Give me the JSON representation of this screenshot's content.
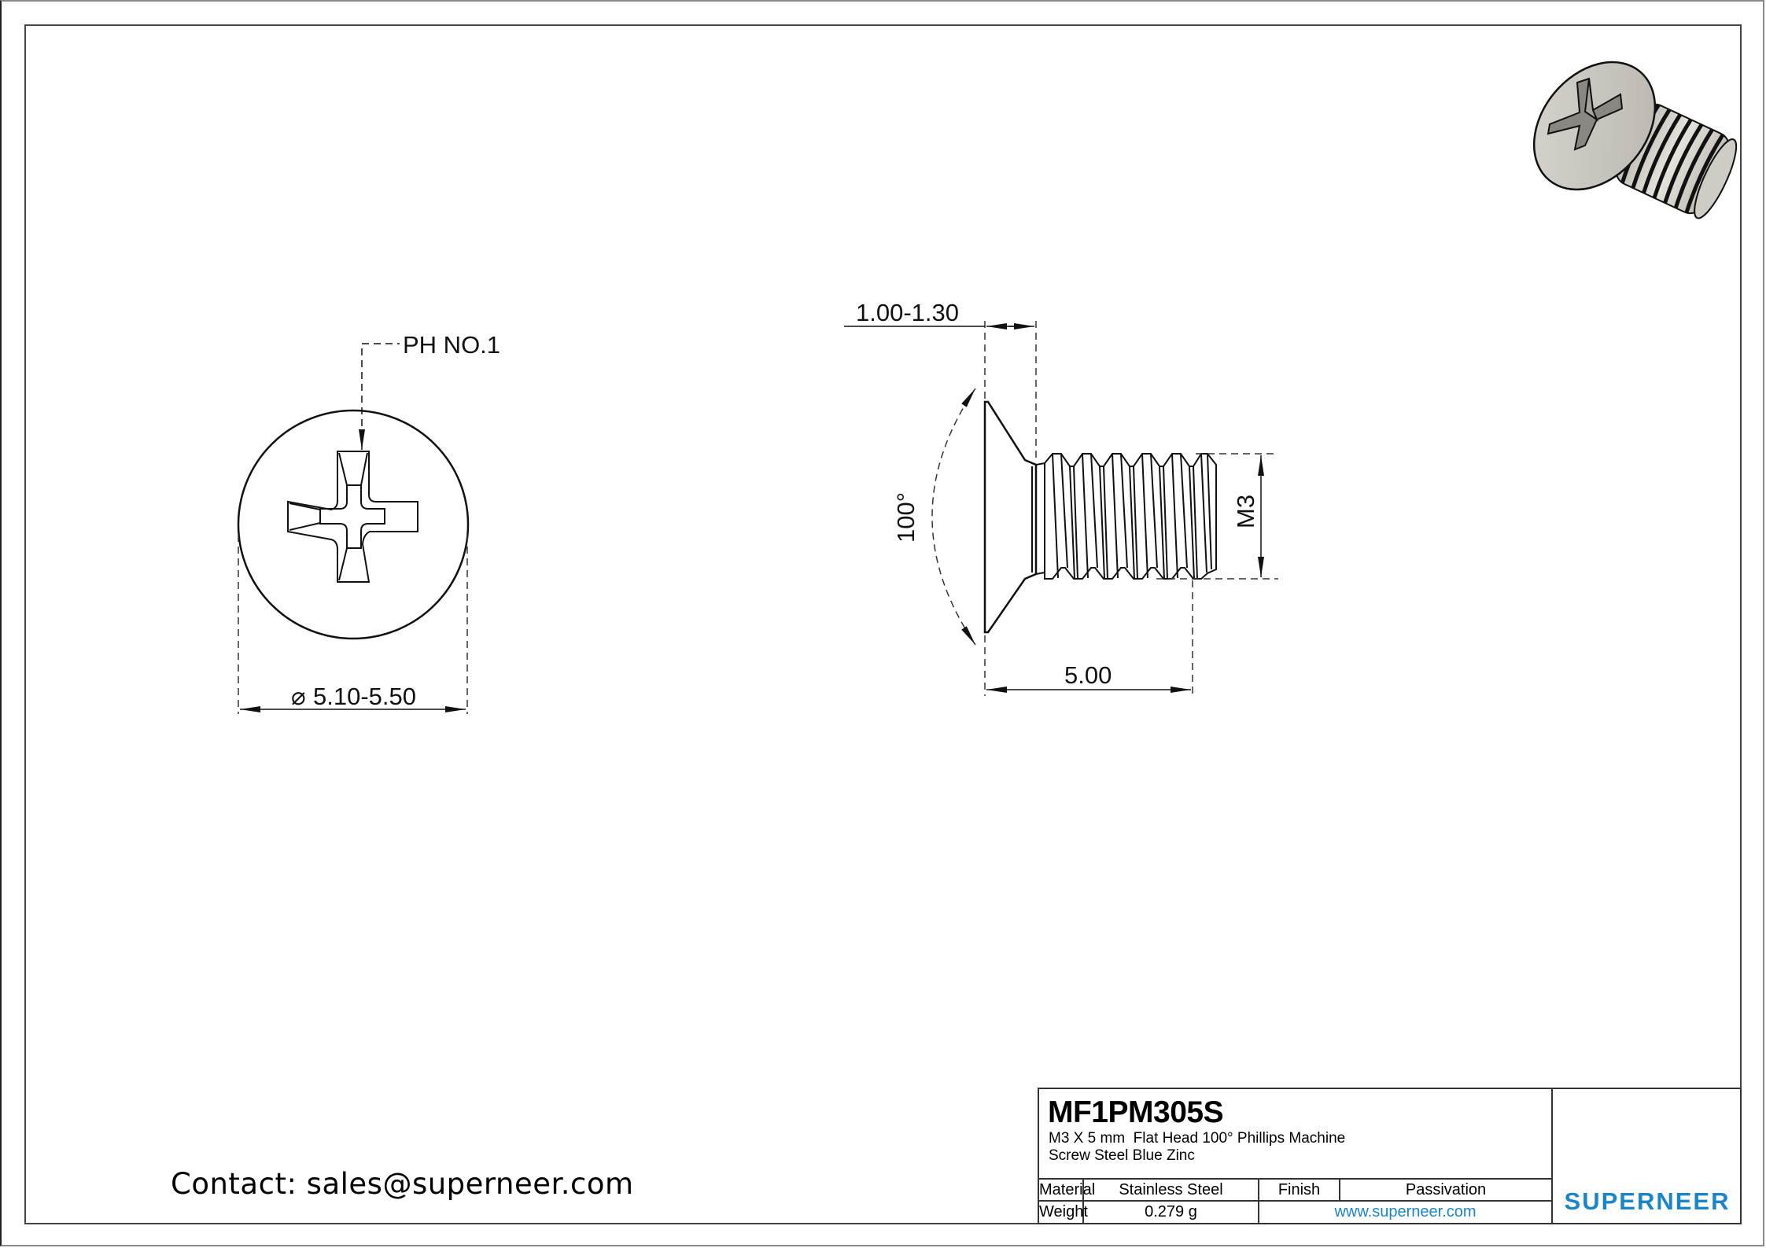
{
  "drawing": {
    "front_view": {
      "label_drive": "PH NO.1",
      "diameter_symbol": "⌀",
      "diameter_value": "5.10-5.50"
    },
    "side_view": {
      "head_height": "1.00-1.30",
      "angle": "100°",
      "thread": "M3",
      "length": "5.00"
    },
    "iso_view": {
      "description": "3D rendering of flat head phillips screw"
    }
  },
  "contact": {
    "text": "Contact: sales@superneer.com"
  },
  "title_block": {
    "part_number": "MF1PM305S",
    "description_line1": "M3 X 5 mm  Flat Head 100° Phillips Machine",
    "description_line2": "Screw Steel Blue Zinc",
    "rows": [
      {
        "label": "Material",
        "value": "Stainless Steel",
        "label2": "Finish",
        "value2": "Passivation"
      },
      {
        "label": "Weight",
        "value": "0.279 g",
        "link": "www.superneer.com"
      }
    ],
    "logo_text": "SUPERNEER",
    "brand_color": "#1a86c8"
  }
}
